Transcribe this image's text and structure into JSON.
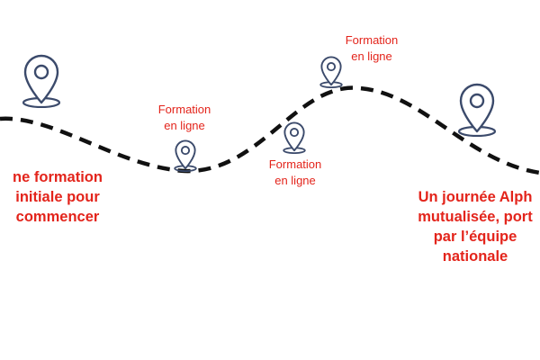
{
  "colors": {
    "accent": "#e3241b",
    "pin": "#3b4a6b",
    "route": "#111111",
    "background": "#ffffff"
  },
  "icons": {
    "pin": "map-pin-icon"
  },
  "labels": {
    "start": "ne formation\ninitiale pour\ncommencer",
    "online_1": "Formation\nen ligne",
    "online_2": "Formation\nen ligne",
    "online_3": "Formation\nen ligne",
    "national": "Un journée Alph\nmutualisée, port\npar l’équipe\nnationale"
  }
}
